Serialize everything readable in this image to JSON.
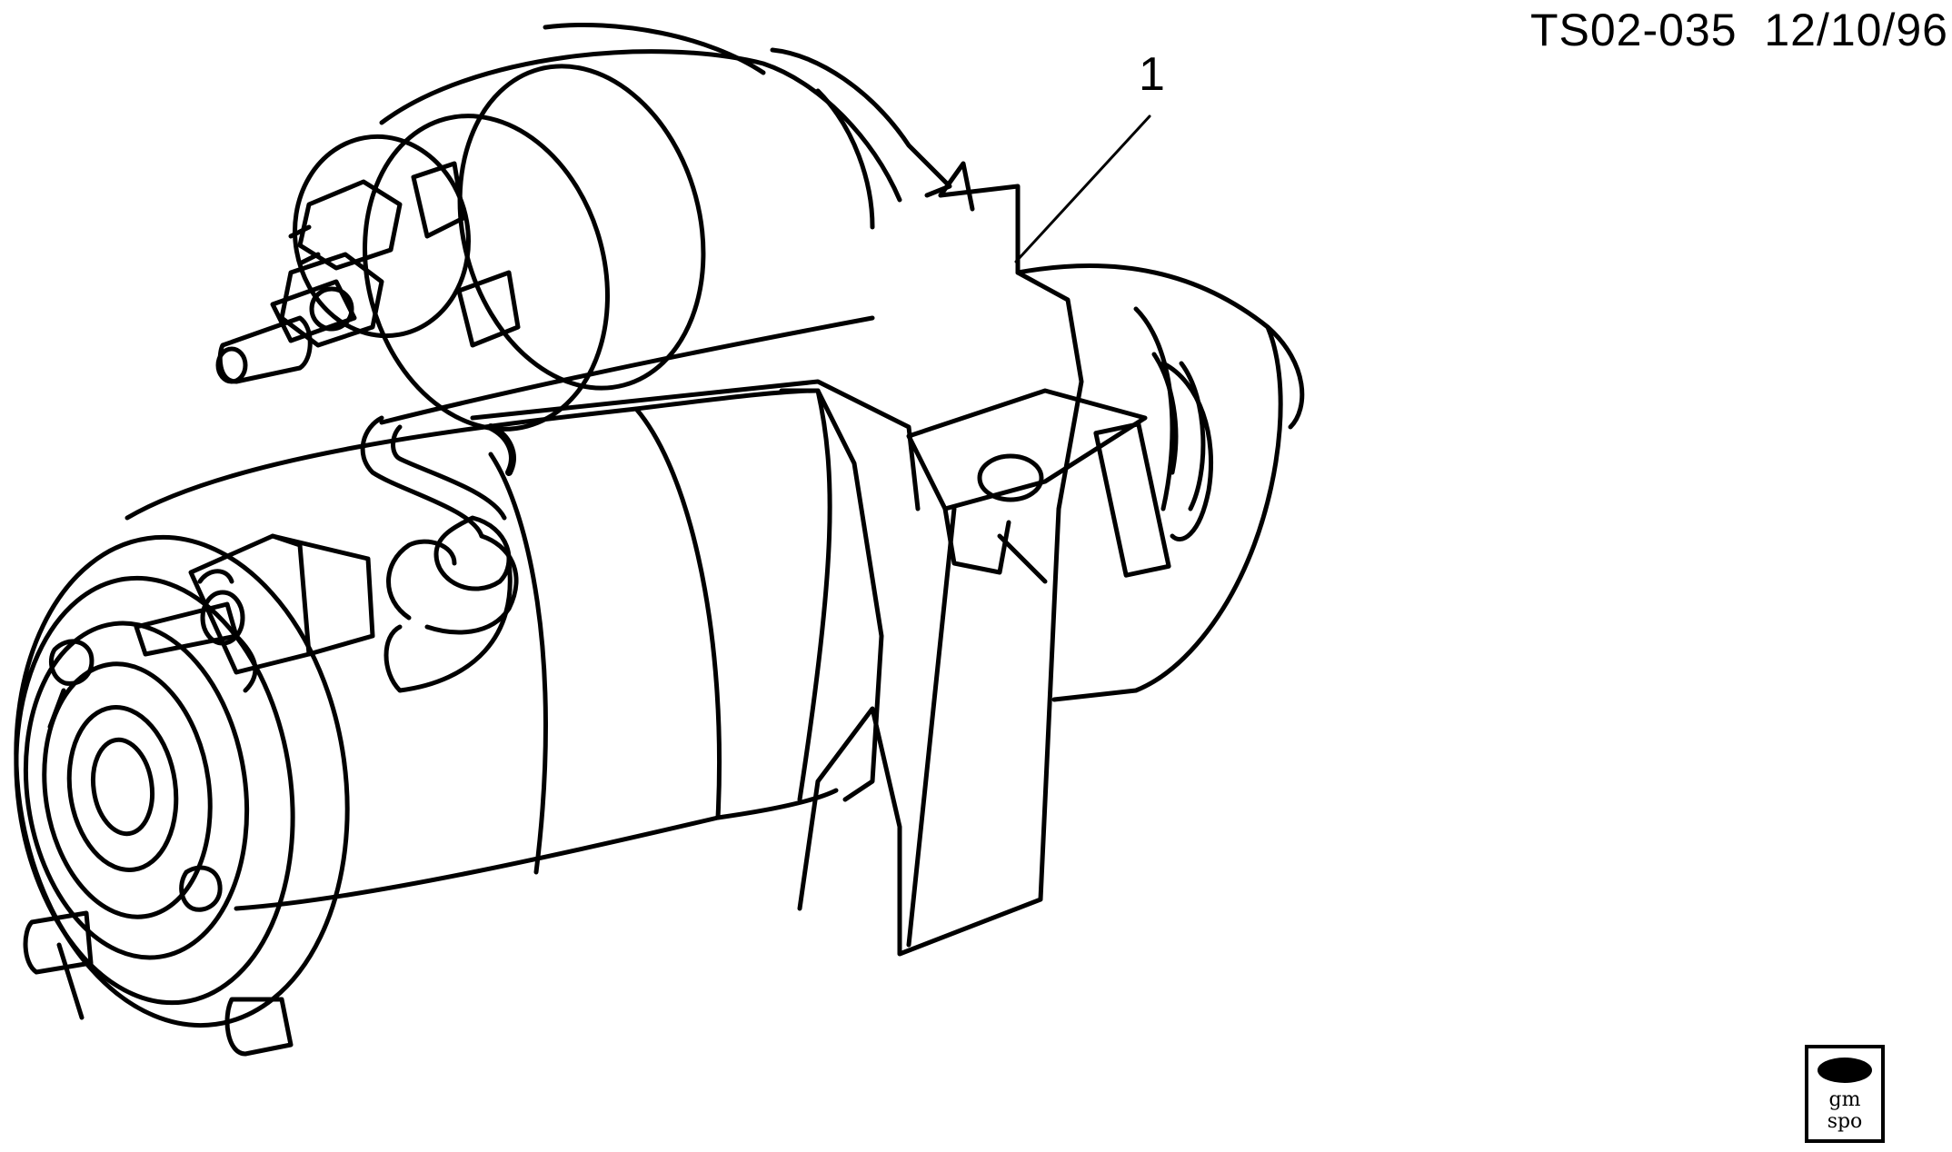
{
  "diagram_id": "TS02-035",
  "diagram_date": "12/10/96",
  "callout_label": "1",
  "logo": {
    "line1": "gm",
    "line2": "spo"
  },
  "colors": {
    "ink": "#000000",
    "paper": "#ffffff"
  }
}
